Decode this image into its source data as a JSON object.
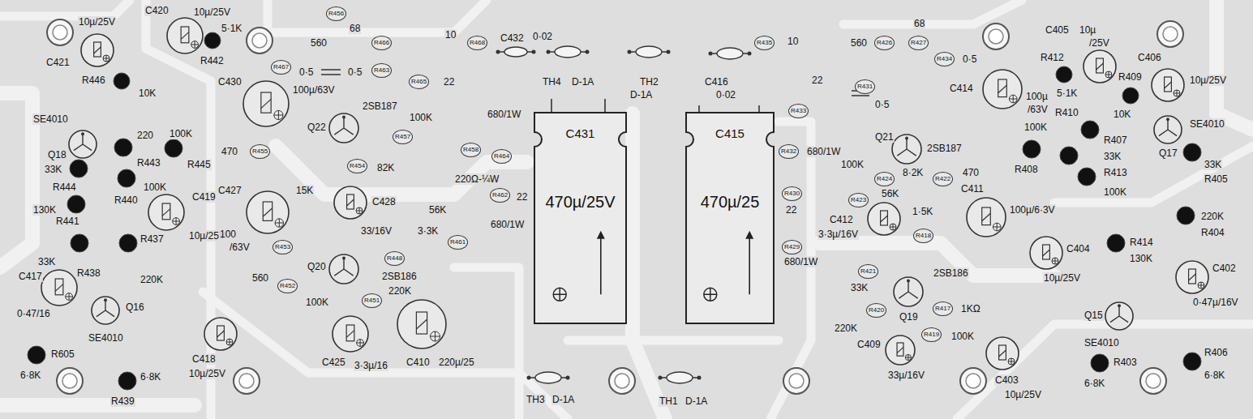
{
  "diagram": {
    "nodes": [
      {
        "text": [
          "C431",
          "470µ/25V"
        ]
      },
      {
        "text": [
          "C415",
          "470µ/25"
        ]
      }
    ],
    "labels": [
      "C420",
      "10µ/25V",
      "10µ/25V",
      "5·1K",
      "R442",
      "C421",
      "R446",
      "10K",
      "SE4010",
      "Q18",
      "220",
      "R443",
      "100K",
      "R445",
      "33K",
      "R444",
      "100K",
      "R440",
      "C419",
      "10µ/25V",
      "130K",
      "R441",
      "33K",
      "R437",
      "220K",
      "C417",
      "R438",
      "0·47/16",
      "Q16",
      "SE4010",
      "R605",
      "6·8K",
      "6·8K",
      "R439",
      "R456",
      "68",
      "560",
      "R466",
      "10",
      "R468",
      "C432",
      "0·02",
      "R467",
      "0·5",
      "0·5",
      "R463",
      "R465",
      "22",
      "TH4",
      "D-1A",
      "C430",
      "100µ/63V",
      "2SB187",
      "Q22",
      "R457",
      "100K",
      "680/1W",
      "R455",
      "470",
      "R454",
      "82K",
      "R458",
      "R464",
      "220Ω-¼W",
      "C427",
      "15K",
      "C428",
      "R462",
      "22",
      "56K",
      "100",
      "/63V",
      "R453",
      "33/16V",
      "3·3K",
      "R461",
      "680/1W",
      "R448",
      "Q20",
      "2SB186",
      "560",
      "R452",
      "100K",
      "R451",
      "220K",
      "C418",
      "10µ/25V",
      "C425",
      "3·3µ/16",
      "C410",
      "220µ/25",
      "TH3",
      "D-1A",
      "TH1",
      "D-1A",
      "TH2",
      "D-1A",
      "C416",
      "0·02",
      "R435",
      "10",
      "22",
      "R433",
      "R432",
      "680/1W",
      "R430",
      "22",
      "R429",
      "680/1W",
      "560",
      "R426",
      "68",
      "R427",
      "R434",
      "0·5",
      "R431",
      "0·5",
      "C414",
      "100µ",
      "/63V",
      "Q21",
      "2SB187",
      "100K",
      "R424",
      "8·2K",
      "R422",
      "470",
      "R423",
      "56K",
      "1·5K",
      "C412",
      "3·3µ/16V",
      "C411",
      "100µ/6·3V",
      "R418",
      "R421",
      "33K",
      "Q19",
      "2SB186",
      "R420",
      "220K",
      "R417",
      "1KΩ",
      "C409",
      "33µ/16V",
      "R419",
      "100K",
      "C403",
      "10µ/25V",
      "C405",
      "10µ",
      "/25V",
      "C406",
      "10µ/25V",
      "R412",
      "5·1K",
      "R409",
      "10K",
      "SE4010",
      "Q17",
      "R410",
      "100K",
      "R408",
      "R407",
      "33K",
      "R413",
      "100K",
      "33K",
      "R405",
      "C404",
      "10µ/25V",
      "R414",
      "130K",
      "220K",
      "R404",
      "C402",
      "0·47µ/16V",
      "Q15",
      "SE4010",
      "R403",
      "6·8K",
      "R406",
      "6·8K"
    ]
  }
}
